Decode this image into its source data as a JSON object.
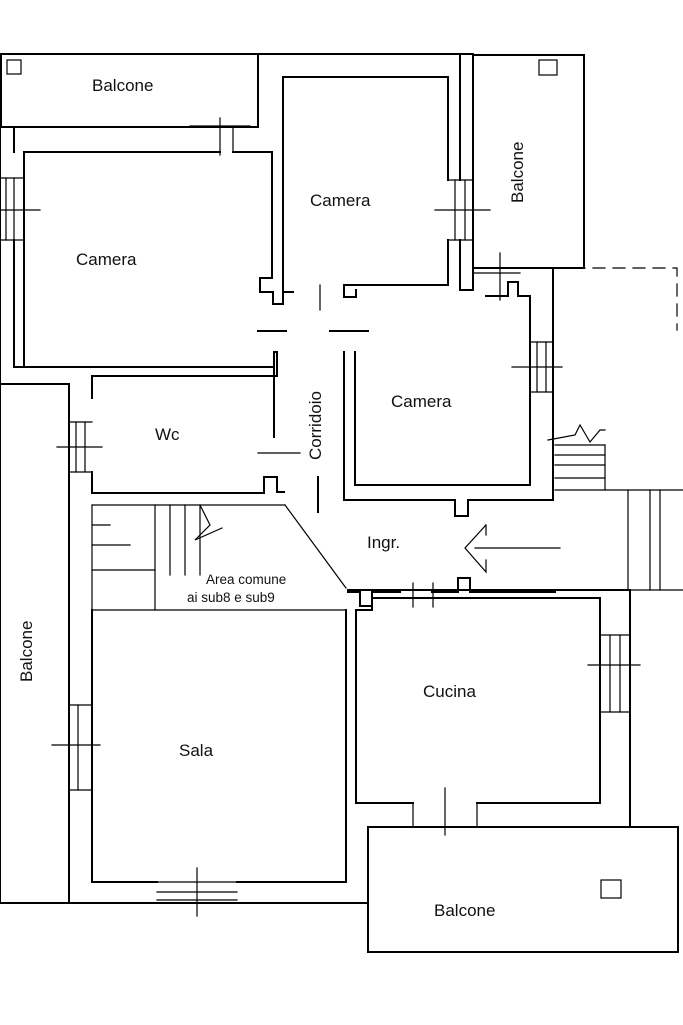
{
  "rooms": {
    "balcone_top_left": "Balcone",
    "balcone_top_right": "Balcone",
    "camera_1": "Camera",
    "camera_2": "Camera",
    "camera_3": "Camera",
    "wc": "Wc",
    "corridoio": "Corridoio",
    "ingresso": "Ingr.",
    "area_comune_line1": "Area comune",
    "area_comune_line2": "ai sub8 e sub9",
    "balcone_left": "Balcone",
    "cucina": "Cucina",
    "sala": "Sala",
    "balcone_bottom": "Balcone"
  }
}
